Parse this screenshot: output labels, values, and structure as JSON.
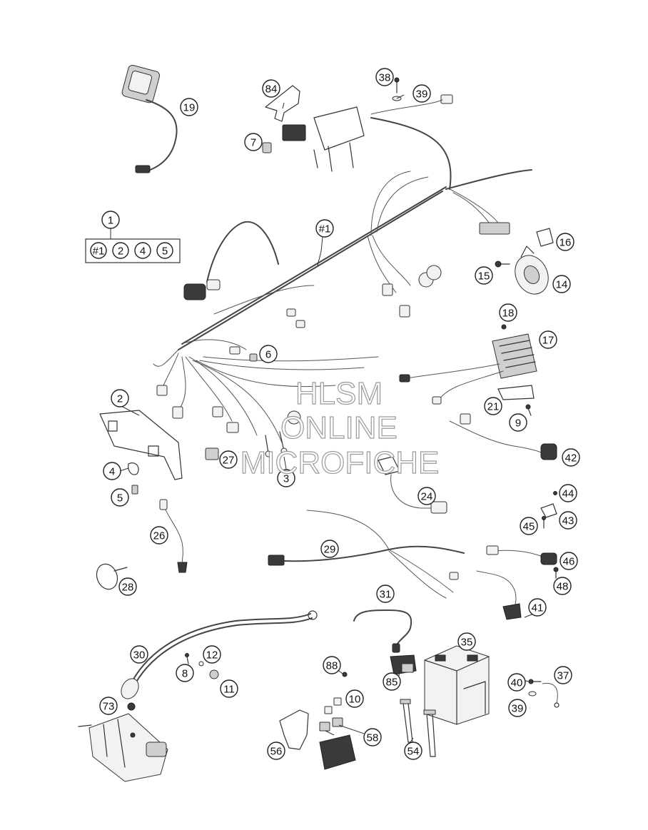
{
  "callouts": [
    {
      "id": "1",
      "label": "1"
    },
    {
      "id": "2",
      "label": "2"
    },
    {
      "id": "3",
      "label": "3"
    },
    {
      "id": "4",
      "label": "4"
    },
    {
      "id": "5",
      "label": "5"
    },
    {
      "id": "6",
      "label": "6"
    },
    {
      "id": "7",
      "label": "7"
    },
    {
      "id": "8",
      "label": "8"
    },
    {
      "id": "9",
      "label": "9"
    },
    {
      "id": "10",
      "label": "10"
    },
    {
      "id": "11",
      "label": "11"
    },
    {
      "id": "12",
      "label": "12"
    },
    {
      "id": "14",
      "label": "14"
    },
    {
      "id": "15",
      "label": "15"
    },
    {
      "id": "16",
      "label": "16"
    },
    {
      "id": "17",
      "label": "17"
    },
    {
      "id": "18",
      "label": "18"
    },
    {
      "id": "19",
      "label": "19"
    },
    {
      "id": "21",
      "label": "21"
    },
    {
      "id": "24",
      "label": "24"
    },
    {
      "id": "26",
      "label": "26"
    },
    {
      "id": "27",
      "label": "27"
    },
    {
      "id": "28",
      "label": "28"
    },
    {
      "id": "29",
      "label": "29"
    },
    {
      "id": "30",
      "label": "30"
    },
    {
      "id": "31",
      "label": "31"
    },
    {
      "id": "35",
      "label": "35"
    },
    {
      "id": "37",
      "label": "37"
    },
    {
      "id": "38",
      "label": "38"
    },
    {
      "id": "39a",
      "label": "39"
    },
    {
      "id": "39b",
      "label": "39"
    },
    {
      "id": "40",
      "label": "40"
    },
    {
      "id": "41",
      "label": "41"
    },
    {
      "id": "42",
      "label": "42"
    },
    {
      "id": "43",
      "label": "43"
    },
    {
      "id": "44",
      "label": "44"
    },
    {
      "id": "45",
      "label": "45"
    },
    {
      "id": "46",
      "label": "46"
    },
    {
      "id": "48",
      "label": "48"
    },
    {
      "id": "54",
      "label": "54"
    },
    {
      "id": "56",
      "label": "56"
    },
    {
      "id": "58",
      "label": "58"
    },
    {
      "id": "73",
      "label": "73"
    },
    {
      "id": "84",
      "label": "84"
    },
    {
      "id": "85",
      "label": "85"
    },
    {
      "id": "88",
      "label": "88"
    },
    {
      "id": "h1",
      "label": "#1"
    }
  ],
  "set_box": {
    "labels": [
      "#1",
      "2",
      "4",
      "5"
    ]
  },
  "watermark": {
    "line1": "HLSM",
    "line2": "ONLINE",
    "line3": "MICROFICHE"
  }
}
